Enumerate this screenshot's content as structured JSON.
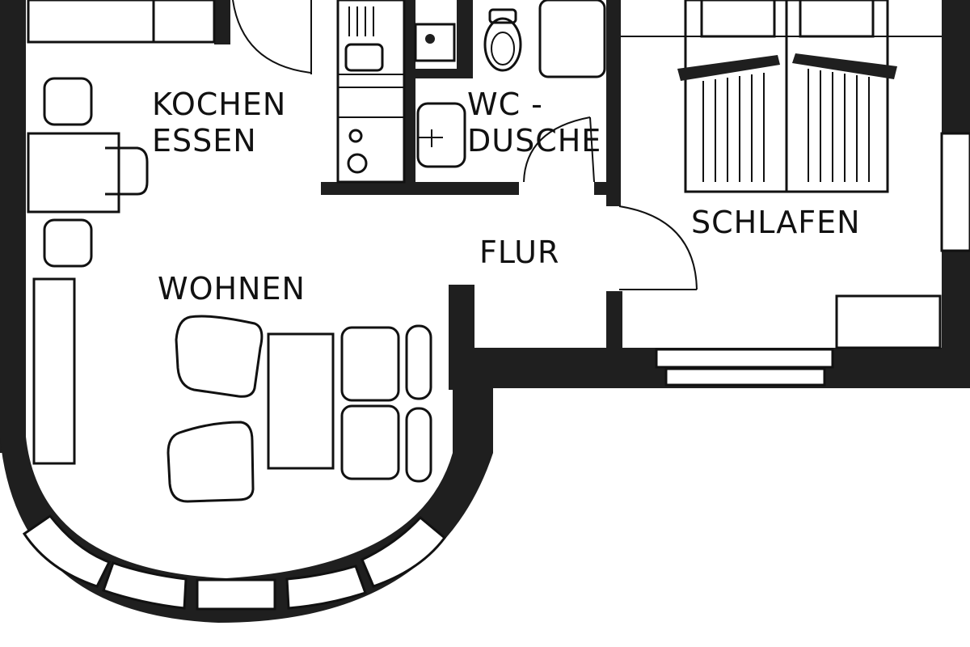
{
  "plan": {
    "rooms": [
      {
        "id": "kochen",
        "label": "KOCHEN"
      },
      {
        "id": "essen",
        "label": "ESSEN"
      },
      {
        "id": "wc",
        "label": "WC -"
      },
      {
        "id": "dusche",
        "label": "DUSCHE"
      },
      {
        "id": "schlafen",
        "label": "SCHLAFEN"
      },
      {
        "id": "flur",
        "label": "FLUR"
      },
      {
        "id": "wohnen",
        "label": "WOHNEN"
      }
    ],
    "colors": {
      "wall": "#1f1f1f",
      "line": "#111111",
      "background": "#ffffff"
    }
  }
}
